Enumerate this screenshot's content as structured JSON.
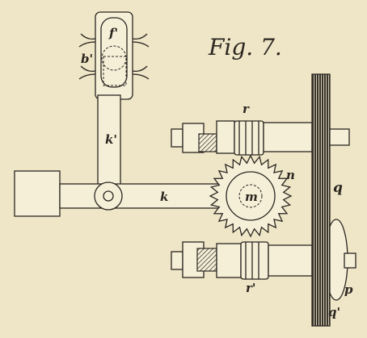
{
  "figure": {
    "title": "Fig. 7.",
    "labels": {
      "f1": "f'",
      "b1": "b'",
      "k1": "k'",
      "r": "r",
      "n": "n",
      "m": "m",
      "k": "k",
      "q": "q",
      "p": "p",
      "r1": "r'",
      "q1": "q'"
    }
  }
}
